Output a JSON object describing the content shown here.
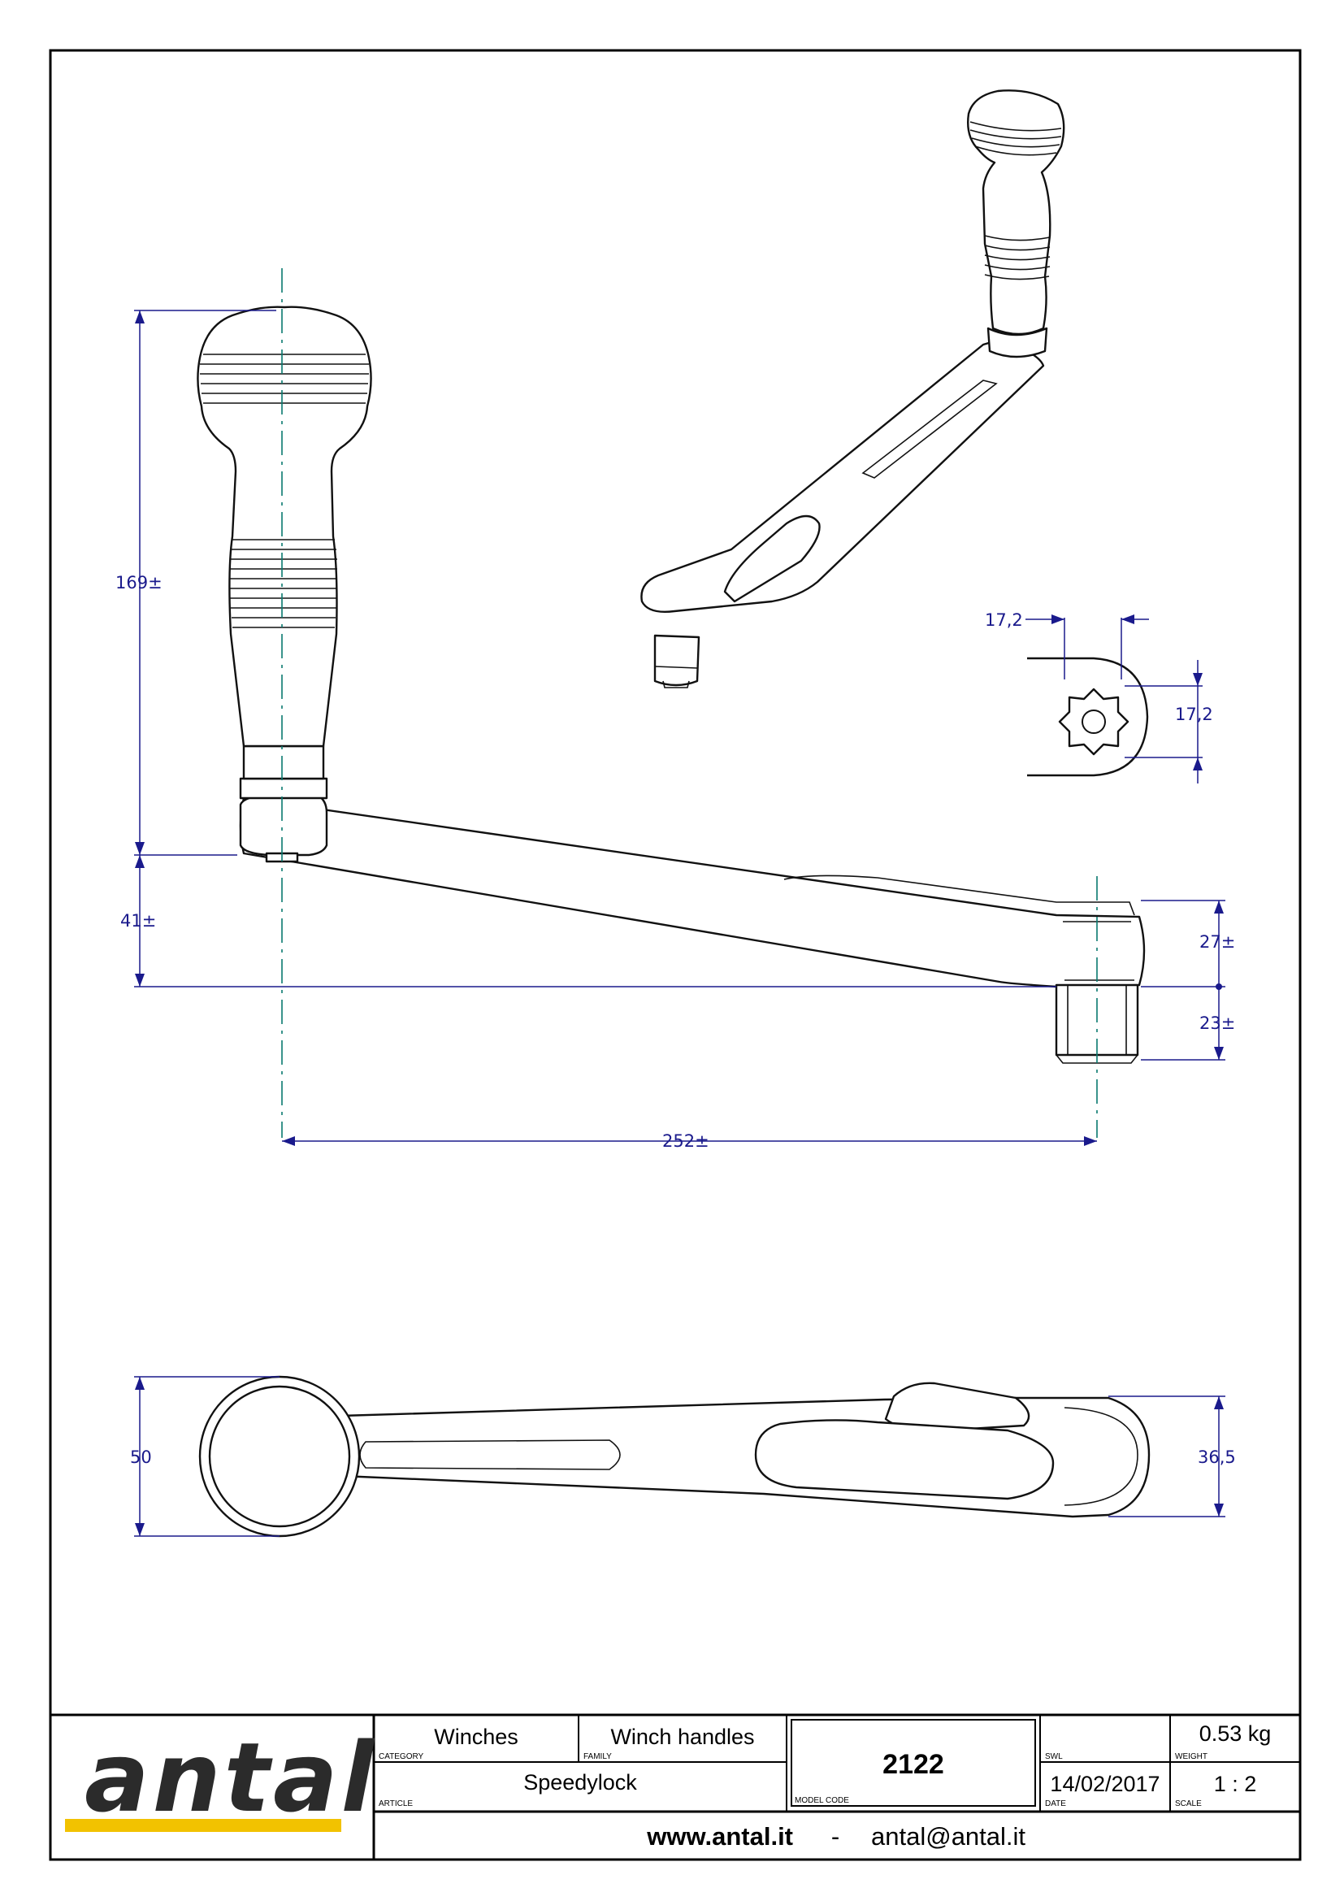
{
  "drawing": {
    "dimensions": {
      "handle_height": "169±",
      "lower_height": "41±",
      "arm_length": "252±",
      "socket_upper": "27±",
      "socket_lower": "23±",
      "top_width": "50",
      "top_socket_width": "36,5",
      "star_width": "17,2",
      "star_height": "17,2"
    }
  },
  "title_block": {
    "logo": "antal",
    "logo_stripe_color": "#f2c200",
    "category": {
      "value": "Winches",
      "label": "CATEGORY"
    },
    "family": {
      "value": "Winch handles",
      "label": "FAMILY"
    },
    "article": {
      "value": "Speedylock",
      "label": "ARTICLE"
    },
    "model_code": {
      "value": "2122",
      "label": "MODEL CODE"
    },
    "swl": {
      "value": "",
      "label": "SWL"
    },
    "weight": {
      "value": "0.53 kg",
      "label": "WEIGHT"
    },
    "date": {
      "value": "14/02/2017",
      "label": "DATE"
    },
    "scale": {
      "value": "1 : 2",
      "label": "SCALE"
    },
    "website": "www.antal.it",
    "separator": "-",
    "email": "antal@antal.it"
  }
}
